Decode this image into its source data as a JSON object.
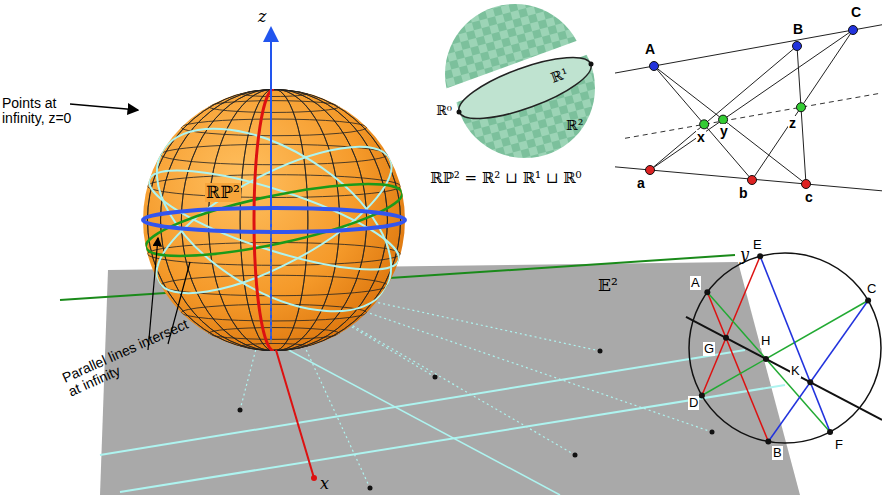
{
  "diagram": {
    "labels": [
      "z",
      "y",
      "x",
      "ℝℙ²",
      "Points at infinity, z=0",
      "Parallel lines intersect at infinity",
      "𝔼²",
      "ℝ¹",
      "ℝ²",
      "ℝ⁰",
      "ℝℙ² = ℝ² ⊔ ℝ¹ ⊔ ℝ⁰",
      "A",
      "B",
      "C",
      "x",
      "y",
      "z",
      "a",
      "b",
      "c",
      "A",
      "E",
      "C",
      "G",
      "H",
      "K",
      "D",
      "B",
      "F"
    ]
  }
}
